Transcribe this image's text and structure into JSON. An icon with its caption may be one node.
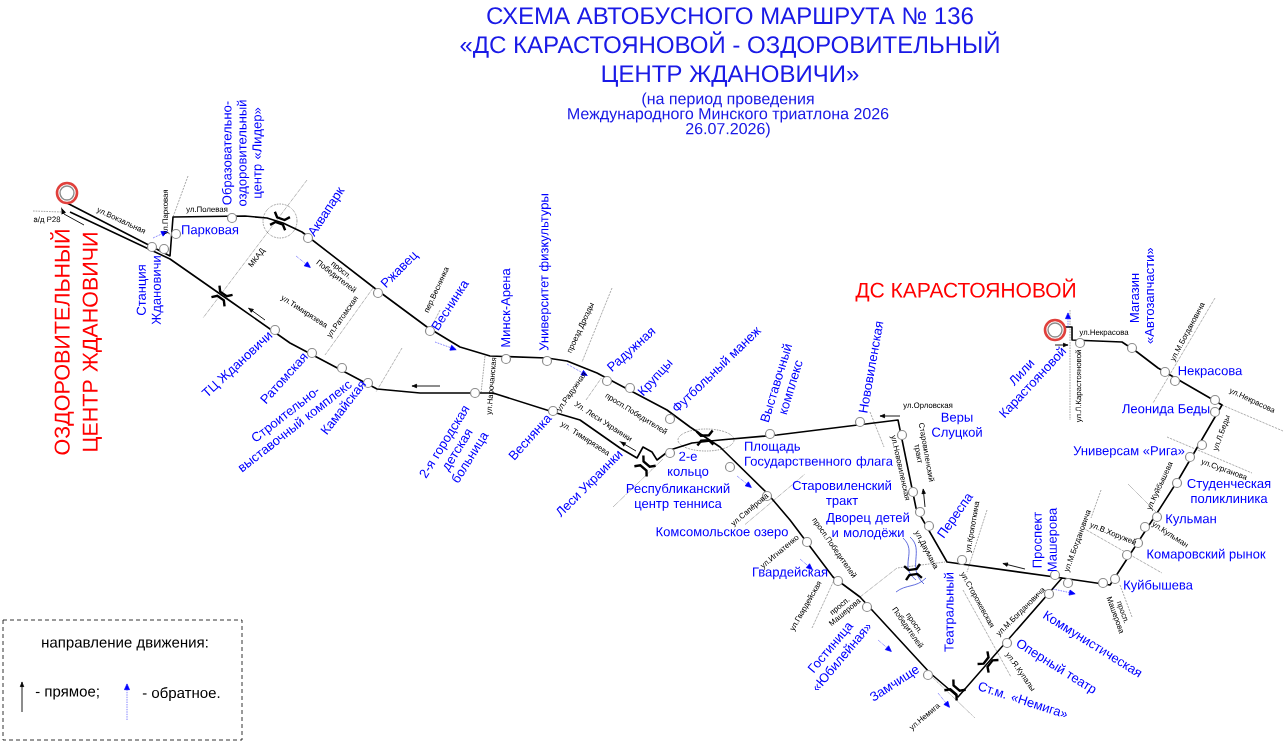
{
  "diagram": {
    "title": "СХЕМА АВТОБУСНОГО МАРШРУТА № 136 «ДС КАРАСТОЯНОВОЙ - ОЗДОРОВИТЕЛЬНЫЙ ЦЕНТР ЖДАНОВИЧИ»",
    "labels": [
      "(на период проведения Международного Минского триатлона 2026 26.07.2026)",
      "ОЗДОРОВИТЕЛЬНЫЙ ЦЕНТР ЖДАНОВИЧИ",
      "ДС КАРАСТОЯНОВОЙ",
      "а/д Р28",
      "ул.Вокзальная",
      "Станция Ждановичи",
      "ул.Парковая",
      "Парковая",
      "ул.Полевая",
      "Образовательно-оздоровительный центр «Лидер»",
      "МКАД",
      "Аквапарк",
      "просп. Победителей",
      "Ржавец",
      "ТЦ Ждановичи",
      "ул.Тимирязева",
      "ул.Ратомская",
      "Ратомская",
      "Строительно-выставочный комплекс",
      "Камайская",
      "пер.Веснинка",
      "Веснинка",
      "Минск-Арена",
      "ул.Нарочанская",
      "2-я городская детская больница",
      "Университет физкультуры",
      "проезд Дрозды",
      "Радужная",
      "ул.Радужная",
      "Крупцы",
      "просп.Победителей",
      "Футбольный манеж",
      "Веснянка",
      "Ул. Леси Украинки",
      "ул. Тимирязева",
      "Леси Украинки",
      "2-е кольцо",
      "Республиканский центр тенниса",
      "Выставочный комплекс",
      "Площадь Государственного флага",
      "Нововиленская",
      "ул.Орловская",
      "Веры Слуцкой",
      "ул.Нововиленская",
      "Старовиленский тракт",
      "Старовиленский тракт",
      "Дворец детей и молодёжи",
      "ул.Даумана",
      "Переспа",
      "ул.Кропоткина",
      "Комсомольское озеро",
      "ул.Сапёрова",
      "просп.Победителей",
      "ул.Игнатенко",
      "Гвардейская",
      "ул.Гвардейская",
      "просп. Машерова",
      "Гостиница «Юбилейная»",
      "просп. Победителей",
      "Замчище",
      "ул.Немига",
      "Театральный",
      "ул.Сторожевская",
      "Ст.м. «Немига»",
      "ул.Я.Купалы",
      "Оперный театр",
      "ул.М.Богдановича",
      "Коммунистическая",
      "Проспект Машерова",
      "ул.М.Богдановича",
      "ул.В.Хоружей",
      "просп. Машерова",
      "Куйбышева",
      "Комаровский рынок",
      "ул.Кульман",
      "Кульман",
      "ул.Куйбышева",
      "Студенческая поликлиника",
      "ул.Сурганова",
      "Универсам «Рига»",
      "ул.Л.Беды",
      "ул.Некрасова",
      "Леонида Беды",
      "Некрасова",
      "ул.М.Богдановича",
      "Магазин «Автозапчасти»",
      "ул.Некрасова",
      "Лили Карастояновой",
      "ул.Л.Карастояновой",
      "направление движения:"
    ],
    "legend": [
      {
        "text": "- прямое;"
      },
      {
        "text": "- обратное."
      }
    ]
  }
}
